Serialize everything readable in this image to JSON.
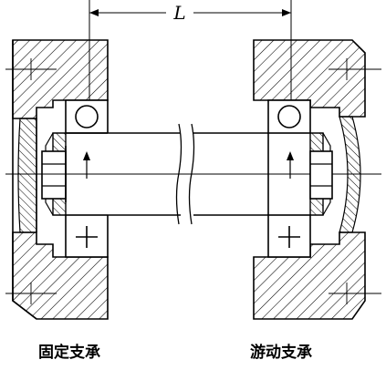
{
  "diagram": {
    "dimension_label": "L",
    "captions": {
      "fixed_support": "固定支承",
      "floating_support": "游动支承"
    }
  },
  "watermark": "",
  "colors": {
    "line": "#000000",
    "hatch": "#000000",
    "background": "#ffffff"
  }
}
